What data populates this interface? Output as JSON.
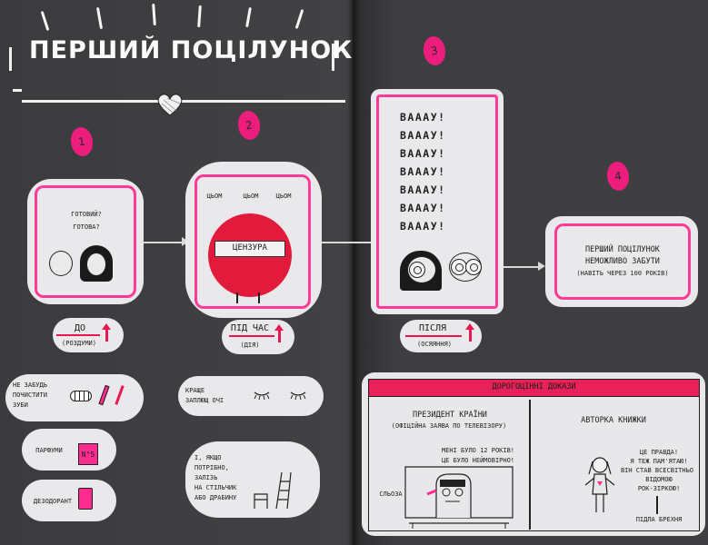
{
  "title": "ПЕРШИЙ ПОЦІЛУНОК",
  "steps": {
    "s1": {
      "num": "1",
      "dialog1": "ГОТОВИЙ?",
      "dialog2": "ГОТОВА?",
      "label": "ДО",
      "note": "(РОЗДУМИ)"
    },
    "s2": {
      "num": "2",
      "kiss1": "ЦЬОМ",
      "kiss2": "ЦЬОМ",
      "kiss3": "ЦЬОМ",
      "censor": "ЦЕНЗУРА",
      "label": "ПІД ЧАС",
      "note": "(ДІЯ)"
    },
    "s3": {
      "num": "3",
      "wow": [
        "ВАААУ!",
        "ВАААУ!",
        "ВАААУ!",
        "ВАААУ!",
        "ВАААУ!",
        "ВАААУ!",
        "ВАААУ!"
      ],
      "label": "ПІСЛЯ",
      "note": "(ОСЯЯННЯ)"
    },
    "s4": {
      "num": "4",
      "line1": "ПЕРШИЙ ПОЦІЛУНОК",
      "line2": "НЕМОЖЛИВО ЗАБУТИ",
      "line3": "(НАВІТЬ ЧЕРЕЗ 100 РОКІВ)"
    }
  },
  "tips": {
    "teeth": {
      "l1": "НЕ ЗАБУДЬ",
      "l2": "ПОЧИСТИТИ",
      "l3": "ЗУБИ"
    },
    "perfume": {
      "label": "ПАРФУМИ",
      "bottle": "N°5"
    },
    "deodorant": {
      "label": "ДЕЗОДОРАНТ"
    },
    "eyes": {
      "l1": "КРАЩЕ",
      "l2": "ЗАПЛЮЩ ОЧІ"
    },
    "ladder": {
      "l1": "І, ЯКЩО",
      "l2": "ПОТРІБНО,",
      "l3": "ЗАЛІЗЬ",
      "l4": "НА СТІЛЬЧИК",
      "l5": "АБО ДРАБИНУ"
    }
  },
  "evidence": {
    "header": "ДОРОГОЦІННІ ДОКАЗИ",
    "col1": {
      "title": "ПРЕЗИДЕНТ КРАЇНИ",
      "sub": "(ОФІЦІЙНА ЗАЯВА ПО ТЕЛЕВІЗОРУ)",
      "quote1": "МЕНІ БУЛО 12 РОКІВ!",
      "quote2": "ЦЕ БУЛО НЕЙМОВІРНО!",
      "tear": "СЛЬОЗА"
    },
    "col2": {
      "title": "АВТОРКА КНИЖКИ",
      "q1": "ЦЕ ПРАВДА!",
      "q2": "Я ТЕЖ ПАМ'ЯТАЮ!",
      "q3": "ВІН СТАВ ВСЕСВІТНЬО",
      "q4": "ВІДОМОЮ",
      "q5": "РОК-ЗІРКОЮ!",
      "lie": "ПІДЛА БРЕХНЯ"
    }
  },
  "colors": {
    "pink": "#ff3a96",
    "red": "#e8174e",
    "board": "#3a3a3c"
  }
}
